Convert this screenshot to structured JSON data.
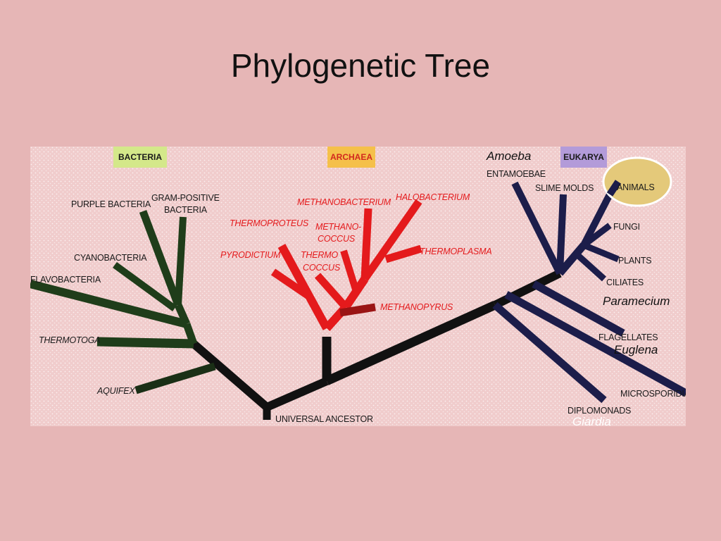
{
  "title": "Phylogenetic Tree",
  "domains": {
    "bacteria": "BACTERIA",
    "archaea": "ARCHAEA",
    "eukarya": "EUKARYA"
  },
  "root_label": "UNIVERSAL ANCESTOR",
  "bacteria_labels": {
    "purple": "PURPLE BACTERIA",
    "gram_line1": "GRAM-POSITIVE",
    "gram_line2": "BACTERIA",
    "cyano": "CYANOBACTERIA",
    "flavo": "FLAVOBACTERIA",
    "thermotoga": "THERMOTOGA",
    "aquifex": "AQUIFEX"
  },
  "archaea_labels": {
    "methanobacterium": "METHANOBACTERIUM",
    "halobacterium": "HALOBACTERIUM",
    "thermoproteus": "THERMOPROTEUS",
    "methanococcus_line1": "METHANO-",
    "methanococcus_line2": "COCCUS",
    "pyrodictium": "PYRODICTIUM",
    "thermococcus_line1": "THERMO",
    "thermococcus_line2": "COCCUS",
    "thermoplasma": "THERMOPLASMA",
    "methanopyrus": "METHANOPYRUS"
  },
  "eukarya_labels": {
    "entamoebae": "ENTAMOEBAE",
    "slime_molds": "SLIME MOLDS",
    "animals": "ANIMALS",
    "fungi": "FUNGI",
    "plants": "PLANTS",
    "ciliates": "CILIATES",
    "flagellates": "FLAGELLATES",
    "microsporidia": "MICROSPORIDIA",
    "diplomonads": "DIPLOMONADS"
  },
  "examples": {
    "amoeba": "Amoeba",
    "paramecium": "Paramecium",
    "euglena": "Euglena",
    "giardia": "Giardia"
  },
  "colors": {
    "background": "#e6b6b6",
    "panel": "#f1d1d1",
    "bacteria_branch": "#1f3d1a",
    "archaea_branch": "#e41a1c",
    "eukarya_branch": "#1c1d4a",
    "trunk": "#111111",
    "bacteria_tag": "#d4e88a",
    "archaea_tag": "#f5c04a",
    "eukarya_tag": "#b39bd9",
    "animals_highlight": "#e4c97a"
  }
}
